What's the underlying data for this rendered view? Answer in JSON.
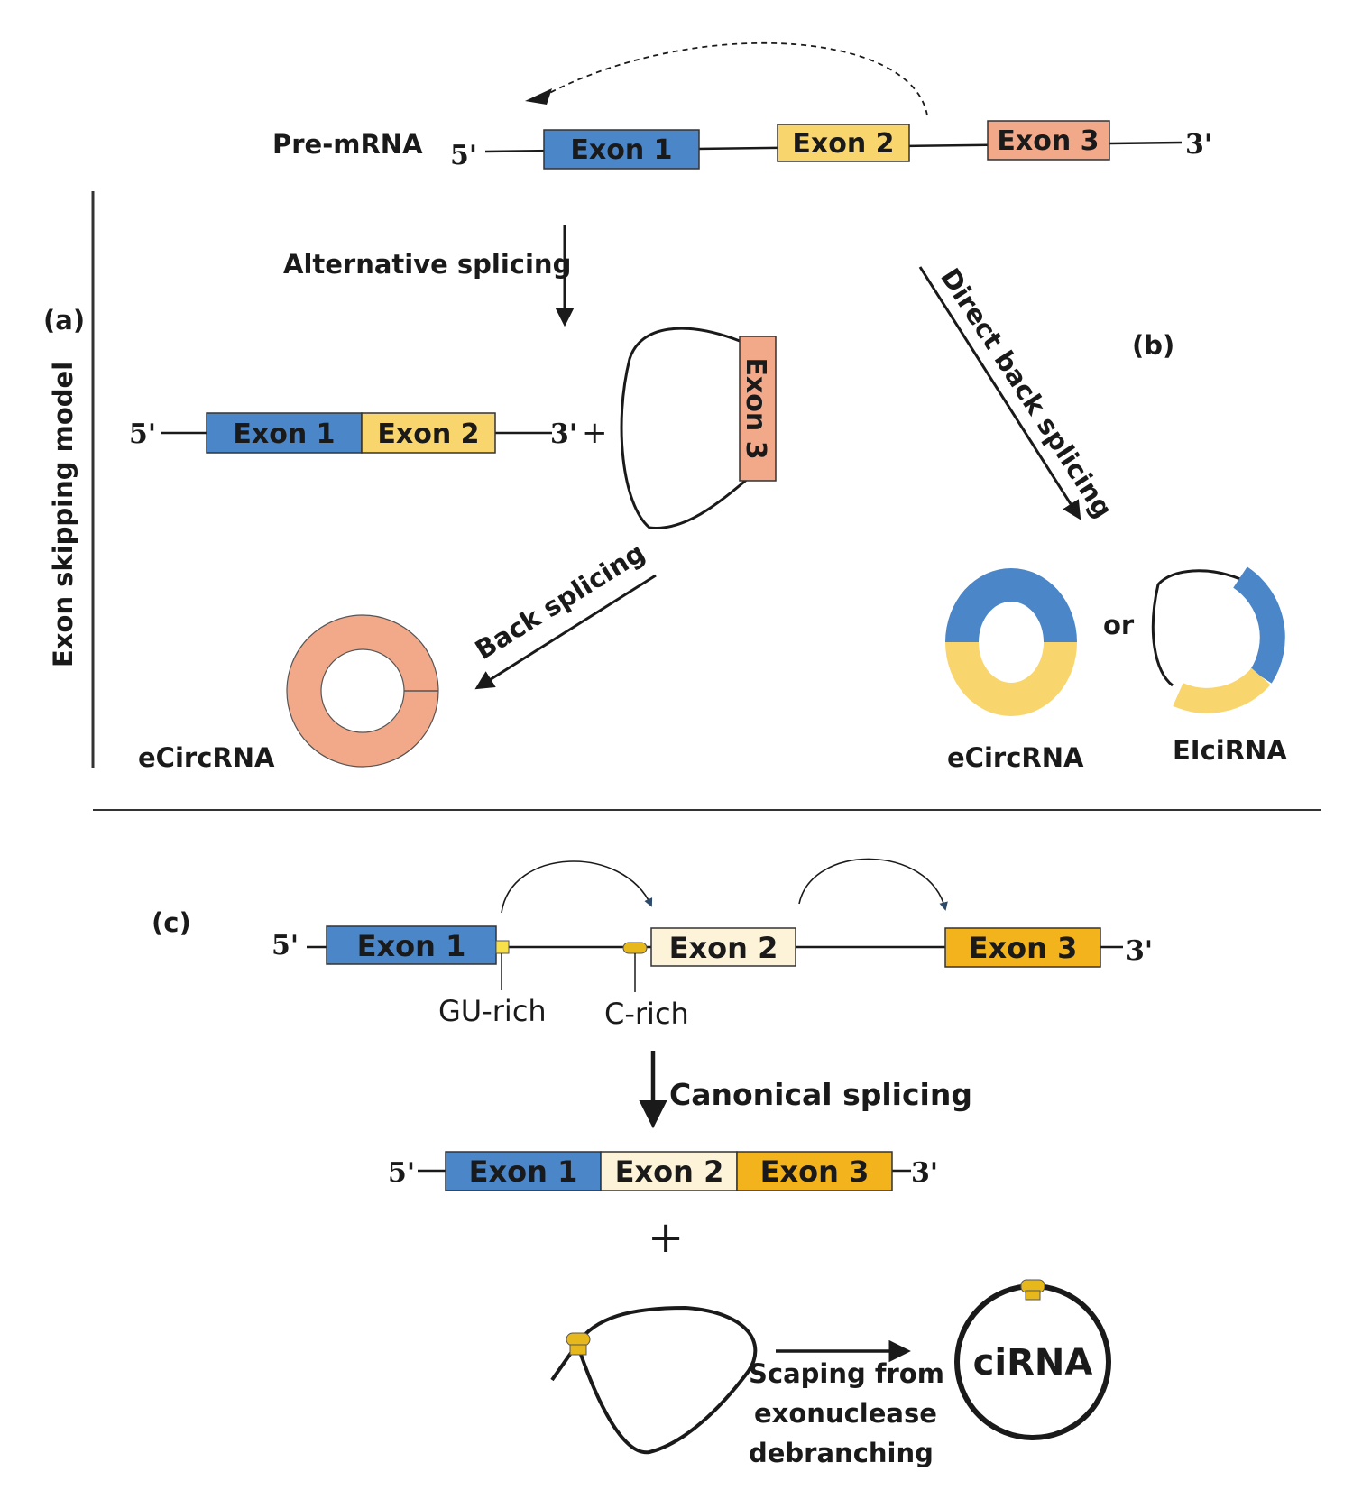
{
  "colors": {
    "exon1": "#4a86c8",
    "exon2": "#f9d56e",
    "exon3": "#f2a98a",
    "exon2_pale": "#fdf3d8",
    "exon3_gold": "#f3b31c",
    "marker": "#f7e04a",
    "marker_gold": "#e7b81c"
  },
  "premrna": {
    "label": "Pre-mRNA",
    "five_prime": "5'",
    "three_prime": "3'",
    "exon1": "Exon 1",
    "exon2": "Exon 2",
    "exon3": "Exon 3"
  },
  "panel_a": {
    "tag": "(a)",
    "side_label": "Exon skipping model",
    "arrow_label": "Alternative splicing",
    "linear": {
      "five_prime": "5'",
      "exon1": "Exon 1",
      "exon2": "Exon 2",
      "three_prime": "3'",
      "plus": "+"
    },
    "lariat_exon": "Exon 3",
    "back_splicing": "Back splicing",
    "product": "eCircRNA"
  },
  "panel_b": {
    "tag": "(b)",
    "arrow_label": "Direct back splicing",
    "or": "or",
    "product1": "eCircRNA",
    "product2": "EIciRNA"
  },
  "panel_c": {
    "tag": "(c)",
    "five_prime": "5'",
    "three_prime": "3'",
    "exon1": "Exon 1",
    "exon2": "Exon 2",
    "exon3": "Exon 3",
    "gu_rich": "GU-rich",
    "c_rich": "C-rich",
    "canonical": "Canonical splicing",
    "mature": {
      "five_prime": "5'",
      "exon1": "Exon 1",
      "exon2": "Exon 2",
      "exon3": "Exon 3",
      "three_prime": "3'"
    },
    "plus": "+",
    "escape_line1": "Scaping from",
    "escape_line2": "exonuclease",
    "escape_line3": "debranching",
    "product": "ciRNA"
  }
}
